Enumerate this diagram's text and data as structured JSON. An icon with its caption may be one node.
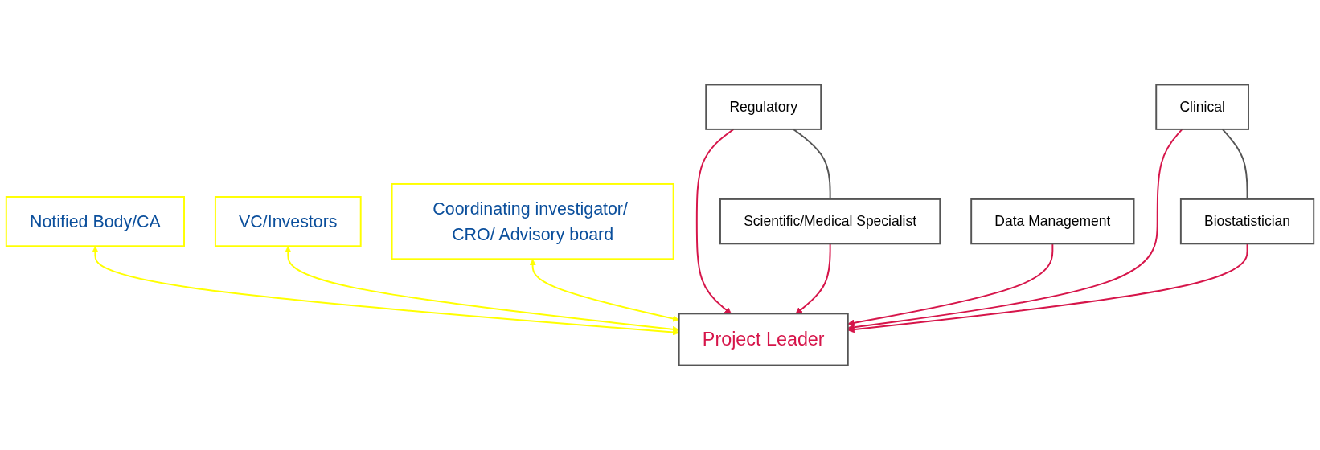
{
  "diagram": {
    "nodes": [
      {
        "text": [
          "Notified Body/CA"
        ]
      },
      {
        "text": [
          "VC/Investors"
        ]
      },
      {
        "text": [
          "Coordinating investigator/ CRO/ Advisory board"
        ]
      },
      {
        "text": [
          "Regulatory"
        ]
      },
      {
        "text": [
          "Scientific/Medical Specialist"
        ]
      },
      {
        "text": [
          "Project Leader"
        ]
      },
      {
        "text": [
          "Data Management"
        ]
      },
      {
        "text": [
          "Clinical"
        ]
      },
      {
        "text": [
          "Biostatistician"
        ]
      }
    ],
    "edges": [
      {
        "from": 0,
        "to": 5,
        "arrow": "both",
        "color": "#ffff00"
      },
      {
        "from": 1,
        "to": 5,
        "arrow": "both",
        "color": "#ffff00"
      },
      {
        "from": 2,
        "to": 5,
        "arrow": "both",
        "color": "#ffff00"
      },
      {
        "from": 3,
        "to": 4,
        "arrow": "none",
        "color": "#555555"
      },
      {
        "from": 3,
        "to": 5,
        "arrow": "to"
      },
      {
        "from": 4,
        "to": 5,
        "arrow": "to"
      },
      {
        "from": 6,
        "to": 5,
        "arrow": "to"
      },
      {
        "from": 7,
        "to": 5,
        "arrow": "to"
      },
      {
        "from": 8,
        "to": 5,
        "arrow": "to"
      },
      {
        "from": 7,
        "to": 8,
        "arrow": "none",
        "color": "#555555"
      }
    ]
  }
}
